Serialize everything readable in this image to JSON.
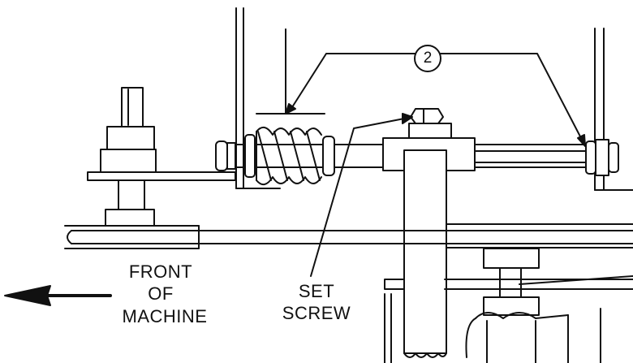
{
  "labels": {
    "front_line1": "FRONT",
    "front_line2": "OF",
    "front_line3": "MACHINE",
    "set_line1": "SET",
    "set_line2": "SCREW",
    "callout_number": "2"
  },
  "colors": {
    "ink": "#111111",
    "background": "#ffffff"
  }
}
